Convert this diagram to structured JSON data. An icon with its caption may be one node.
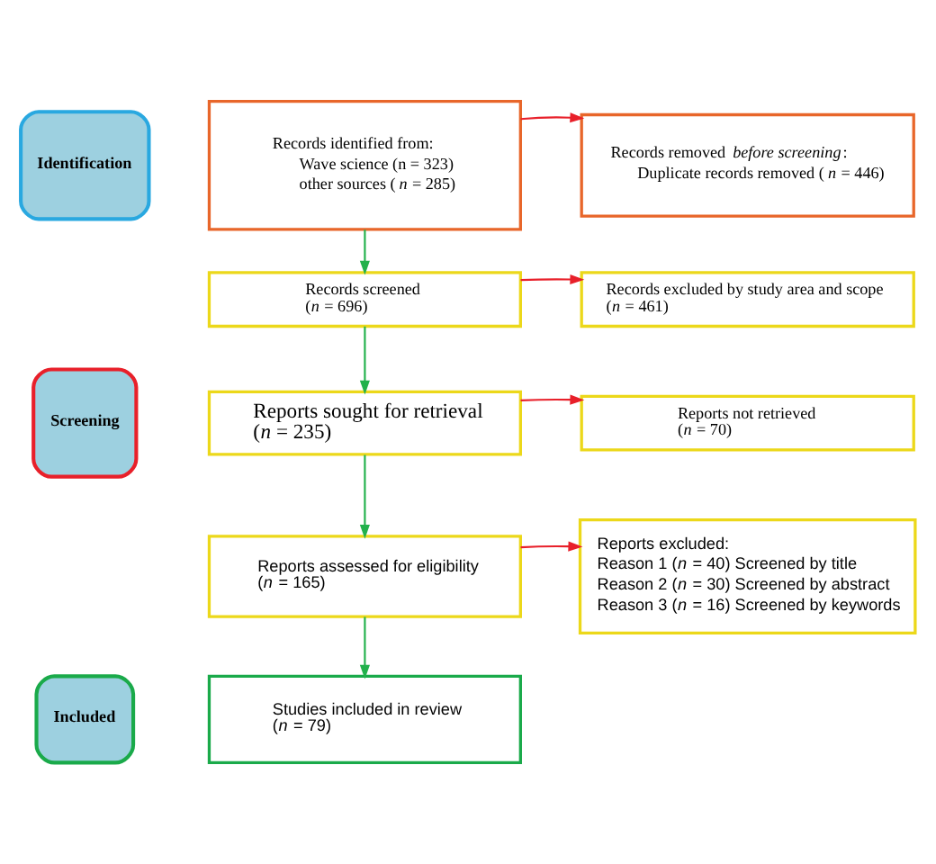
{
  "diagram": {
    "nodes": [
      {
        "text": [
          "Identification"
        ]
      },
      {
        "text": [
          "Records identified from:",
          "Wave science (n = 323)",
          "other sources (*n* = 285)"
        ]
      },
      {
        "text": [
          "Records removed *before screening*:",
          "Duplicate records removed (*n* = 446)"
        ]
      },
      {
        "text": [
          "Screening"
        ]
      },
      {
        "text": [
          "Records screened (*n* = 696)"
        ]
      },
      {
        "text": [
          "Records excluded by study area and scope (*n* = 461)"
        ]
      },
      {
        "text": [
          "Reports sought for retrieval (*n* = 235)"
        ]
      },
      {
        "text": [
          "Reports not retrieved (*n* = 70)"
        ]
      },
      {
        "text": [
          "Reports assessed for eligibility (*n* = 165)"
        ]
      },
      {
        "text": [
          "Reports excluded:",
          "Reason 1 (*n* = 40) Screened by title",
          "Reason 2 (*n* = 30) Screened by abstract",
          "Reason 3 (*n* = 16) Screened by keywords"
        ]
      },
      {
        "text": [
          "Included"
        ]
      },
      {
        "text": [
          "Studies included in review (*n* = 79)"
        ]
      }
    ],
    "edges": [
      {
        "from": 1,
        "to": 2,
        "arrow": "to",
        "color": "#e8202a"
      },
      {
        "from": 1,
        "to": 4,
        "arrow": "to",
        "color": "#22b14c"
      },
      {
        "from": 4,
        "to": 5,
        "arrow": "to",
        "color": "#e8202a"
      },
      {
        "from": 4,
        "to": 6,
        "arrow": "to",
        "color": "#22b14c"
      },
      {
        "from": 6,
        "to": 7,
        "arrow": "to",
        "color": "#e8202a"
      },
      {
        "from": 6,
        "to": 8,
        "arrow": "to",
        "color": "#22b14c"
      },
      {
        "from": 8,
        "to": 9,
        "arrow": "to",
        "color": "#e8202a"
      },
      {
        "from": 8,
        "to": 11,
        "arrow": "to",
        "color": "#22b14c"
      }
    ]
  }
}
